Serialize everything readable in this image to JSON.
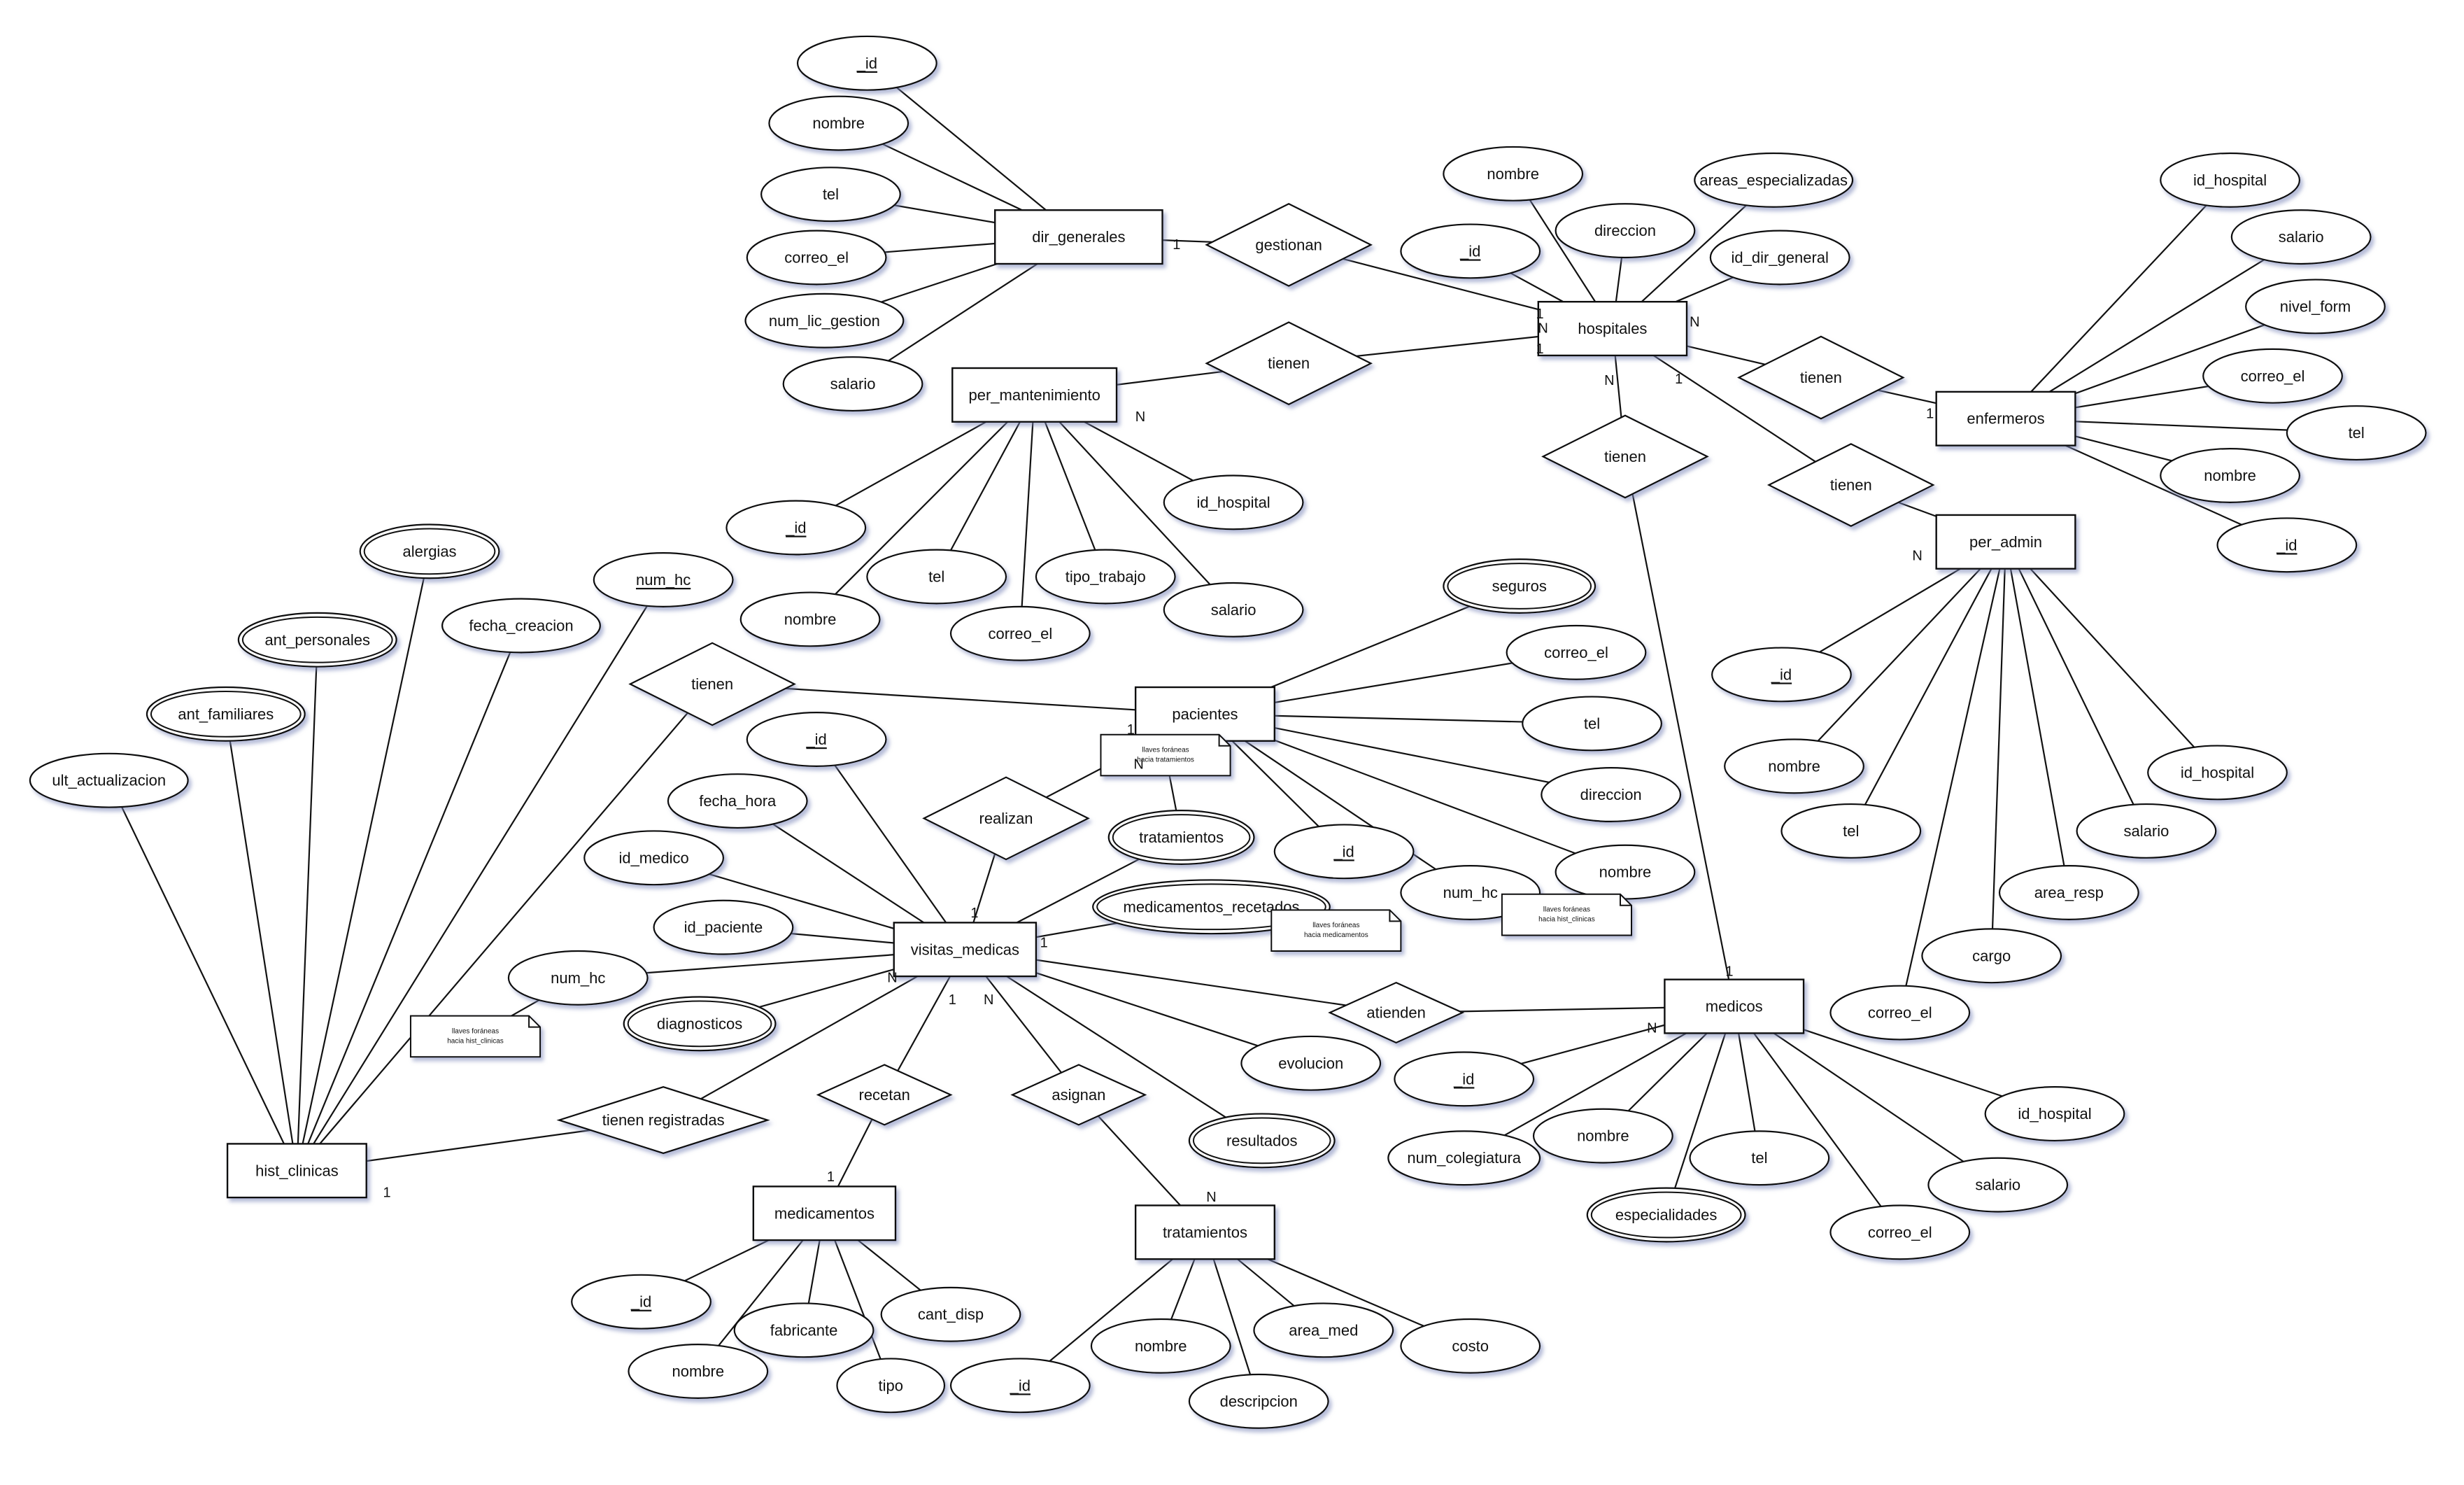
{
  "entities": [
    {
      "id": "dir_generales",
      "label": "dir_generales"
    },
    {
      "id": "hospitales",
      "label": "hospitales"
    },
    {
      "id": "per_mantenimiento",
      "label": "per_mantenimiento"
    },
    {
      "id": "enfermeros",
      "label": "enfermeros"
    },
    {
      "id": "per_admin",
      "label": "per_admin"
    },
    {
      "id": "pacientes",
      "label": "pacientes"
    },
    {
      "id": "visitas_medicas",
      "label": "visitas_medicas"
    },
    {
      "id": "medicos",
      "label": "medicos"
    },
    {
      "id": "hist_clinicas",
      "label": "hist_clinicas"
    },
    {
      "id": "medicamentos",
      "label": "medicamentos"
    },
    {
      "id": "tratamientos",
      "label": "tratamientos"
    }
  ],
  "relationships": [
    {
      "id": "gestionan",
      "label": "gestionan"
    },
    {
      "id": "tienen_mant",
      "label": "tienen"
    },
    {
      "id": "tienen_enf",
      "label": "tienen"
    },
    {
      "id": "tienen_admin",
      "label": "tienen"
    },
    {
      "id": "tienen_med",
      "label": "tienen"
    },
    {
      "id": "tienen_pac",
      "label": "tienen"
    },
    {
      "id": "realizan",
      "label": "realizan"
    },
    {
      "id": "atienden",
      "label": "atienden"
    },
    {
      "id": "recetan",
      "label": "recetan"
    },
    {
      "id": "asignan",
      "label": "asignan"
    },
    {
      "id": "tienen_registradas",
      "label": "tienen registradas"
    }
  ],
  "attributes": [
    {
      "id": "dg_id",
      "label": "_id",
      "key": true,
      "multi": false
    },
    {
      "id": "dg_nombre",
      "label": "nombre",
      "key": false,
      "multi": false
    },
    {
      "id": "dg_tel",
      "label": "tel",
      "key": false,
      "multi": false
    },
    {
      "id": "dg_correo",
      "label": "correo_el",
      "key": false,
      "multi": false
    },
    {
      "id": "dg_lic",
      "label": "num_lic_gestion",
      "key": false,
      "multi": false
    },
    {
      "id": "dg_salario",
      "label": "salario",
      "key": false,
      "multi": false
    },
    {
      "id": "h_nombre",
      "label": "nombre",
      "key": false,
      "multi": false
    },
    {
      "id": "h_areas",
      "label": "areas_especializadas",
      "key": false,
      "multi": false
    },
    {
      "id": "h_id",
      "label": "_id",
      "key": true,
      "multi": false
    },
    {
      "id": "h_direccion",
      "label": "direccion",
      "key": false,
      "multi": false
    },
    {
      "id": "h_iddir",
      "label": "id_dir_general",
      "key": false,
      "multi": false
    },
    {
      "id": "e_idhosp",
      "label": "id_hospital",
      "key": false,
      "multi": false
    },
    {
      "id": "e_salario",
      "label": "salario",
      "key": false,
      "multi": false
    },
    {
      "id": "e_nivel",
      "label": "nivel_form",
      "key": false,
      "multi": false
    },
    {
      "id": "e_correo",
      "label": "correo_el",
      "key": false,
      "multi": false
    },
    {
      "id": "e_tel",
      "label": "tel",
      "key": false,
      "multi": false
    },
    {
      "id": "e_nombre",
      "label": "nombre",
      "key": false,
      "multi": false
    },
    {
      "id": "e_id",
      "label": "_id",
      "key": true,
      "multi": false
    },
    {
      "id": "pm_id",
      "label": "_id",
      "key": true,
      "multi": false
    },
    {
      "id": "pm_idhosp",
      "label": "id_hospital",
      "key": false,
      "multi": false
    },
    {
      "id": "pm_tel",
      "label": "tel",
      "key": false,
      "multi": false
    },
    {
      "id": "pm_tipo",
      "label": "tipo_trabajo",
      "key": false,
      "multi": false
    },
    {
      "id": "pm_nombre",
      "label": "nombre",
      "key": false,
      "multi": false
    },
    {
      "id": "pm_salario",
      "label": "salario",
      "key": false,
      "multi": false
    },
    {
      "id": "pm_correo",
      "label": "correo_el",
      "key": false,
      "multi": false
    },
    {
      "id": "pa_id",
      "label": "_id",
      "key": true,
      "multi": false
    },
    {
      "id": "pa_nombre",
      "label": "nombre",
      "key": false,
      "multi": false
    },
    {
      "id": "pa_idhosp",
      "label": "id_hospital",
      "key": false,
      "multi": false
    },
    {
      "id": "pa_tel",
      "label": "tel",
      "key": false,
      "multi": false
    },
    {
      "id": "pa_salario",
      "label": "salario",
      "key": false,
      "multi": false
    },
    {
      "id": "pa_area",
      "label": "area_resp",
      "key": false,
      "multi": false
    },
    {
      "id": "pa_cargo",
      "label": "cargo",
      "key": false,
      "multi": false
    },
    {
      "id": "pa_correo",
      "label": "correo_el",
      "key": false,
      "multi": false
    },
    {
      "id": "hc_alergias",
      "label": "alergias",
      "key": false,
      "multi": true
    },
    {
      "id": "hc_numhc",
      "label": "num_hc",
      "key": true,
      "multi": false
    },
    {
      "id": "hc_antpers",
      "label": "ant_personales",
      "key": false,
      "multi": true
    },
    {
      "id": "hc_fecha",
      "label": "fecha_creacion",
      "key": false,
      "multi": false
    },
    {
      "id": "hc_antfam",
      "label": "ant_familiares",
      "key": false,
      "multi": true
    },
    {
      "id": "hc_ult",
      "label": "ult_actualizacion",
      "key": false,
      "multi": false
    },
    {
      "id": "p_seguros",
      "label": "seguros",
      "key": false,
      "multi": true
    },
    {
      "id": "p_correo",
      "label": "correo_el",
      "key": false,
      "multi": false
    },
    {
      "id": "p_tel",
      "label": "tel",
      "key": false,
      "multi": false
    },
    {
      "id": "p_direccion",
      "label": "direccion",
      "key": false,
      "multi": false
    },
    {
      "id": "p_nombre",
      "label": "nombre",
      "key": false,
      "multi": false
    },
    {
      "id": "p_numhc",
      "label": "num_hc",
      "key": false,
      "multi": false
    },
    {
      "id": "p_id",
      "label": "_id",
      "key": true,
      "multi": false
    },
    {
      "id": "v_id",
      "label": "_id",
      "key": true,
      "multi": false
    },
    {
      "id": "v_fecha",
      "label": "fecha_hora",
      "key": false,
      "multi": false
    },
    {
      "id": "v_idmed",
      "label": "id_medico",
      "key": false,
      "multi": false
    },
    {
      "id": "v_idpac",
      "label": "id_paciente",
      "key": false,
      "multi": false
    },
    {
      "id": "v_numhc",
      "label": "num_hc",
      "key": false,
      "multi": false
    },
    {
      "id": "v_diag",
      "label": "diagnosticos",
      "key": false,
      "multi": true
    },
    {
      "id": "v_trat",
      "label": "tratamientos",
      "key": false,
      "multi": true
    },
    {
      "id": "v_medrec",
      "label": "medicamentos_recetados",
      "key": false,
      "multi": true
    },
    {
      "id": "v_evol",
      "label": "evolucion",
      "key": false,
      "multi": false
    },
    {
      "id": "v_result",
      "label": "resultados",
      "key": false,
      "multi": true
    },
    {
      "id": "m_id",
      "label": "_id",
      "key": true,
      "multi": false
    },
    {
      "id": "m_numcol",
      "label": "num_colegiatura",
      "key": false,
      "multi": false
    },
    {
      "id": "m_nombre",
      "label": "nombre",
      "key": false,
      "multi": false
    },
    {
      "id": "m_esp",
      "label": "especialidades",
      "key": false,
      "multi": true
    },
    {
      "id": "m_tel",
      "label": "tel",
      "key": false,
      "multi": false
    },
    {
      "id": "m_correo",
      "label": "correo_el",
      "key": false,
      "multi": false
    },
    {
      "id": "m_salario",
      "label": "salario",
      "key": false,
      "multi": false
    },
    {
      "id": "m_idhosp",
      "label": "id_hospital",
      "key": false,
      "multi": false
    },
    {
      "id": "med_id",
      "label": "_id",
      "key": true,
      "multi": false
    },
    {
      "id": "med_fab",
      "label": "fabricante",
      "key": false,
      "multi": false
    },
    {
      "id": "med_cant",
      "label": "cant_disp",
      "key": false,
      "multi": false
    },
    {
      "id": "med_nombre",
      "label": "nombre",
      "key": false,
      "multi": false
    },
    {
      "id": "med_tipo",
      "label": "tipo",
      "key": false,
      "multi": false
    },
    {
      "id": "t_id",
      "label": "_id",
      "key": true,
      "multi": false
    },
    {
      "id": "t_nombre",
      "label": "nombre",
      "key": false,
      "multi": false
    },
    {
      "id": "t_area",
      "label": "area_med",
      "key": false,
      "multi": false
    },
    {
      "id": "t_costo",
      "label": "costo",
      "key": false,
      "multi": false
    },
    {
      "id": "t_desc",
      "label": "descripcion",
      "key": false,
      "multi": false
    }
  ],
  "notes": [
    {
      "id": "note_trat",
      "lines": [
        "llaves foráneas",
        "hacia tratamientos"
      ]
    },
    {
      "id": "note_medrec",
      "lines": [
        "llaves foráneas",
        "hacia medicamentos"
      ]
    },
    {
      "id": "note_numhc_p",
      "lines": [
        "llaves foráneas",
        "hacia hist_clinicas"
      ]
    },
    {
      "id": "note_numhc_v",
      "lines": [
        "llaves foráneas",
        "hacia hist_clinicas"
      ]
    }
  ],
  "cardinalities": [
    {
      "id": "c1",
      "text": "1"
    },
    {
      "id": "c2",
      "text": "N"
    },
    {
      "id": "c3",
      "text": "1"
    },
    {
      "id": "c4",
      "text": "N"
    },
    {
      "id": "c5",
      "text": "1"
    },
    {
      "id": "c6",
      "text": "N"
    },
    {
      "id": "c7",
      "text": "1"
    },
    {
      "id": "c8",
      "text": "N"
    },
    {
      "id": "c9",
      "text": "1"
    },
    {
      "id": "c10",
      "text": "N"
    },
    {
      "id": "c11",
      "text": "1"
    },
    {
      "id": "c12",
      "text": "N"
    },
    {
      "id": "c13",
      "text": "1"
    },
    {
      "id": "c14",
      "text": "N"
    },
    {
      "id": "c15",
      "text": "1"
    },
    {
      "id": "c16",
      "text": "1"
    },
    {
      "id": "c17",
      "text": "N"
    },
    {
      "id": "c18",
      "text": "1"
    },
    {
      "id": "c19",
      "text": "N"
    },
    {
      "id": "c20",
      "text": "1"
    },
    {
      "id": "c21",
      "text": "N"
    },
    {
      "id": "c22",
      "text": "1"
    }
  ]
}
